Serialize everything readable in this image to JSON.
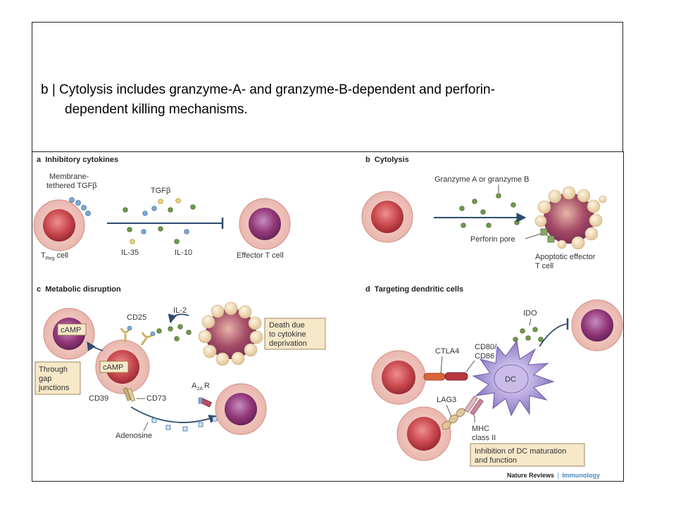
{
  "slide": {
    "title_line1": "b | Cytolysis includes granzyme-A- and granzyme-B-dependent and perforin-",
    "title_line2": "dependent killing mechanisms."
  },
  "panels": {
    "a": {
      "letter": "a",
      "heading": "Inhibitory cytokines",
      "membrane_label_1": "Membrane-",
      "membrane_label_2": "tethered TGFβ",
      "tgfb": "TGFβ",
      "il35": "IL-35",
      "il10": "IL-10",
      "treg_T": "T",
      "treg_sub": "Reg",
      "treg_cell": "cell",
      "effector": "Effector T cell"
    },
    "b": {
      "letter": "b",
      "heading": "Cytolysis",
      "granzyme": "Granzyme A or granzyme B",
      "perforin": "Perforin pore",
      "apoptotic_1": "Apoptotic effector",
      "apoptotic_2": "T cell"
    },
    "c": {
      "letter": "c",
      "heading": "Metabolic disruption",
      "camp_top": "cAMP",
      "camp_mid": "cAMP",
      "cd25": "CD25",
      "il2": "IL-2",
      "death_1": "Death due",
      "death_2": "to cytokine",
      "death_3": "deprivation",
      "gap_1": "Through",
      "gap_2": "gap",
      "gap_3": "junctions",
      "cd39": "CD39",
      "cd73": "CD73",
      "a2ar_A": "A",
      "a2ar_sub": "2A",
      "a2ar_R": "R",
      "adenosine": "Adenosine"
    },
    "d": {
      "letter": "d",
      "heading": "Targeting dendritic cells",
      "ido": "IDO",
      "ctla4": "CTLA4",
      "cd80_1": "CD80/",
      "cd80_2": "CD86",
      "dc": "DC",
      "lag3": "LAG3",
      "mhc_1": "MHC",
      "mhc_2": "class II",
      "inhibition_1": "Inhibition of DC maturation",
      "inhibition_2": "and function"
    }
  },
  "credit": {
    "journal": "Nature Reviews",
    "separator": "|",
    "section": "Immunology"
  },
  "colors": {
    "cell_outer": "#f2cfc8",
    "cell_mid": "#e39a95",
    "cell_core": "#b8383f",
    "dc_purple": "#8a78c2",
    "apoptotic_bleb": "#f0dcae",
    "dot_green": "#6f9a4a",
    "dot_blue": "#7aa9d6",
    "dot_yellow": "#e9d37a",
    "box_fill": "#f6e8c9",
    "arrow": "#2e4c6d",
    "credit_blue": "#4a88c6"
  }
}
